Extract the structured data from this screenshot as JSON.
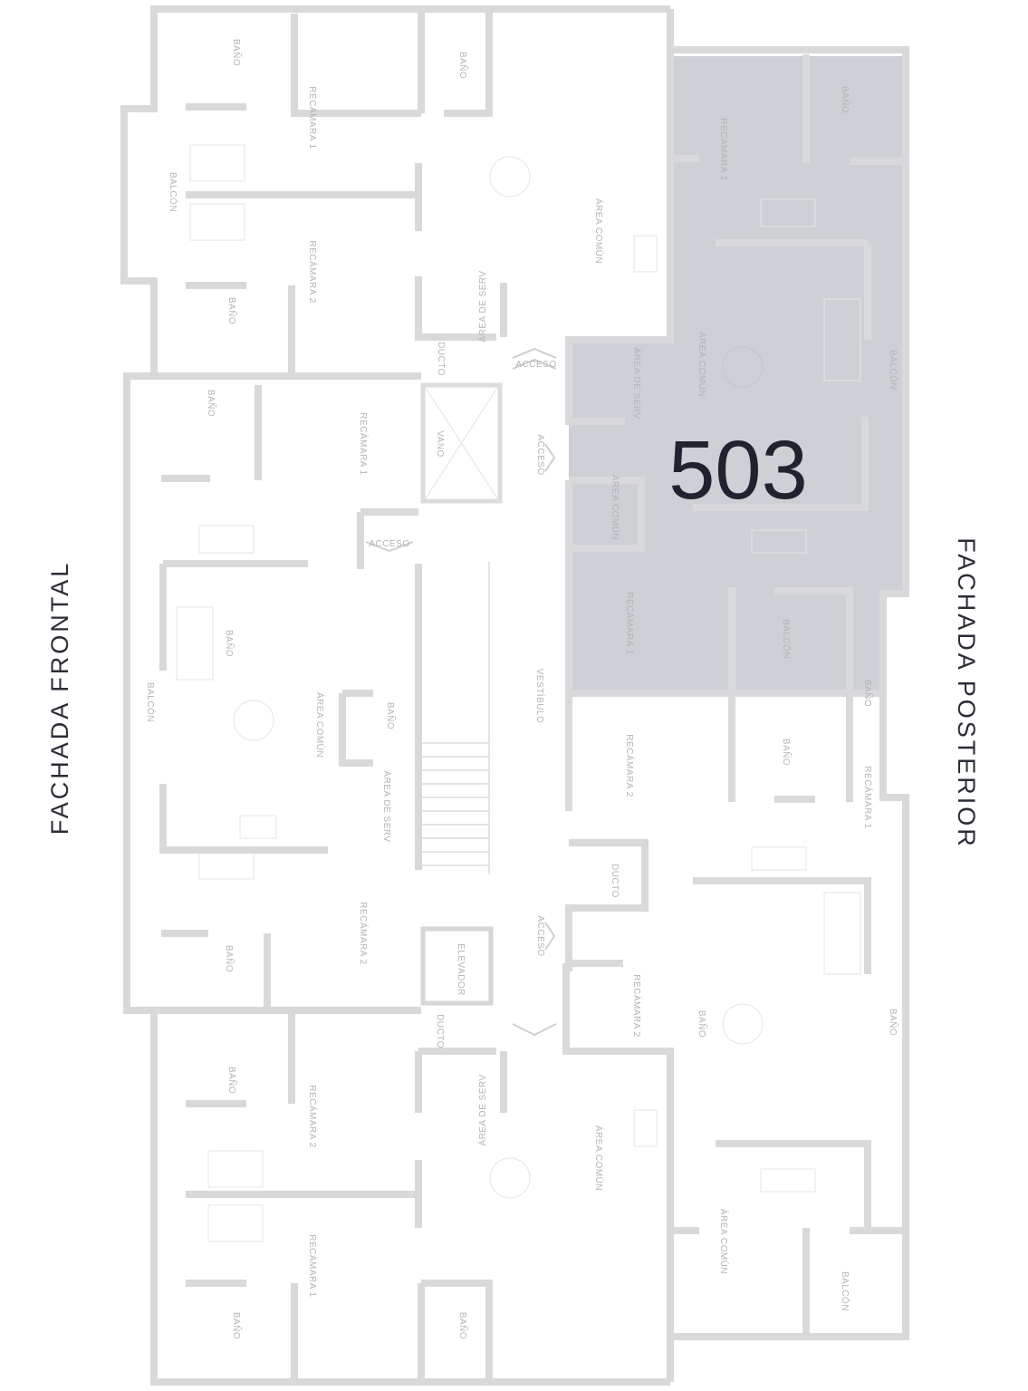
{
  "unit_number": "503",
  "facades": {
    "front": "FACHADA FRONTAL",
    "back": "FACHADA POSTERIOR"
  },
  "highlight_color": "#cdd0d4",
  "rooms": [
    {
      "id": "banio-1",
      "text": "BAÑO"
    },
    {
      "id": "banio-2",
      "text": "BAÑO"
    },
    {
      "id": "recamara1-a",
      "text": "RECÁMARA 1"
    },
    {
      "id": "balcon-a",
      "text": "BALCÓN"
    },
    {
      "id": "recamara2-a",
      "text": "RECÁMARA 2"
    },
    {
      "id": "banio-3",
      "text": "BAÑO"
    },
    {
      "id": "area-comun-a",
      "text": "ÁREA COMÚN"
    },
    {
      "id": "area-serv-a",
      "text": "ÁREA DE SERV"
    },
    {
      "id": "ducto-a",
      "text": "DUCTO"
    },
    {
      "id": "acceso-a",
      "text": "ACCESO"
    },
    {
      "id": "banio-4",
      "text": "BAÑO"
    },
    {
      "id": "recamara1-b",
      "text": "RECÁMARA 1"
    },
    {
      "id": "vano",
      "text": "VANO"
    },
    {
      "id": "acceso-b",
      "text": "ACCESO"
    },
    {
      "id": "acceso-c",
      "text": "ACCESO"
    },
    {
      "id": "balcon-b",
      "text": "BALCÓN"
    },
    {
      "id": "area-comun-b",
      "text": "ÁREA COMÚN"
    },
    {
      "id": "banio-5",
      "text": "BAÑO"
    },
    {
      "id": "area-serv-b",
      "text": "ÁREA DE SERV"
    },
    {
      "id": "vestibulo",
      "text": "VESTÍBULO"
    },
    {
      "id": "recamara2-b",
      "text": "RECÁMARA 2"
    },
    {
      "id": "banio-6",
      "text": "BAÑO"
    },
    {
      "id": "elevador",
      "text": "ELEVADOR"
    },
    {
      "id": "acceso-d",
      "text": "ACCESO"
    },
    {
      "id": "ducto-b",
      "text": "DUCTO"
    },
    {
      "id": "banio-7",
      "text": "BAÑO"
    },
    {
      "id": "area-serv-c",
      "text": "ÁREA DE SERV"
    },
    {
      "id": "recamara2-c",
      "text": "RECÁMARA 2"
    },
    {
      "id": "area-comun-c",
      "text": "ÁREA COMÚN"
    },
    {
      "id": "recamara1-c",
      "text": "RECÁMARA 1"
    },
    {
      "id": "banio-8",
      "text": "BAÑO"
    },
    {
      "id": "banio-9",
      "text": "BAÑO"
    },
    {
      "id": "recamara1-d",
      "text": "RECÁMARA 1"
    },
    {
      "id": "banio-10",
      "text": "BAÑO"
    },
    {
      "id": "area-comun-d",
      "text": "ÁREA COMÚN"
    },
    {
      "id": "balcon-c",
      "text": "BALCÓN"
    },
    {
      "id": "area-serv-d",
      "text": "ÁREA DE SERV"
    },
    {
      "id": "recamara1-e",
      "text": "RECÁMARA 1"
    },
    {
      "id": "area-comun-e",
      "text": "ÁREA COMÚN"
    },
    {
      "id": "balcon-d",
      "text": "BALCÓN"
    },
    {
      "id": "banio-11",
      "text": "BAÑO"
    },
    {
      "id": "recamara2-d",
      "text": "RECÁMARA 2"
    },
    {
      "id": "banio-12",
      "text": "BAÑO"
    },
    {
      "id": "ducto-c",
      "text": "DUCTO"
    },
    {
      "id": "recamara2-e",
      "text": "RECÁMARA 2"
    },
    {
      "id": "banio-13",
      "text": "BAÑO"
    },
    {
      "id": "banio-14",
      "text": "BAÑO"
    },
    {
      "id": "area-comun-f",
      "text": "ÁREA COMÚN"
    },
    {
      "id": "balcon-e",
      "text": "BALCÓN"
    },
    {
      "id": "recamara1-f",
      "text": "RECÁMARA 1"
    },
    {
      "id": "banio-15",
      "text": "BAÑO"
    }
  ]
}
